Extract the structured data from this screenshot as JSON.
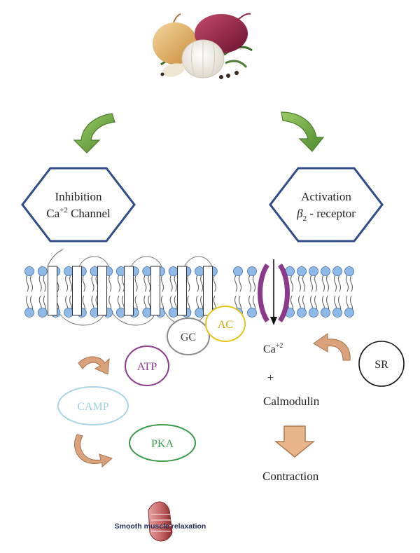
{
  "header_image": {
    "icon": "onion-garlic-illustration"
  },
  "left_hexagon": {
    "line1": "Inhibition",
    "line2_base": "Ca",
    "line2_sup": "+2",
    "line2_rest": " Channel"
  },
  "right_hexagon": {
    "line1": "Activation",
    "line2_base": "β",
    "line2_sub": "2",
    "line2_rest": " - receptor"
  },
  "enzymes": {
    "gc": "GC",
    "ac": "AC"
  },
  "left_pathway": {
    "atp": "ATP",
    "camp": "CAMP",
    "pka": "PKA"
  },
  "right_pathway": {
    "ca_base": "Ca",
    "ca_sup": "+2",
    "plus": "+",
    "calmodulin": "Calmodulin",
    "sr": "SR",
    "contraction": "Contraction"
  },
  "footer": {
    "label": "Smooth muscle relaxation"
  },
  "colors": {
    "hexagon_border": "#2e4c8c",
    "green_arrow": "#6aa84f",
    "orange_arrow": "#d9a27a",
    "lipid_head": "#8fb9e6",
    "channel_purple": "#8b3a8b",
    "atp": "#8b3a8b",
    "camp": "#a9d4e4",
    "pka": "#3c9a4c",
    "ac": "#e8c21c",
    "gc": "#888888"
  }
}
